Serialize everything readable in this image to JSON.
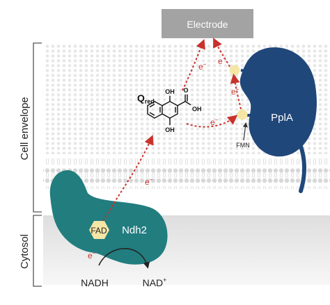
{
  "colors": {
    "electrode_fill": "#a3a3a3",
    "protein_ndh2": "#227d7f",
    "protein_ppla": "#20477a",
    "electron_arrow": "#c8322b",
    "cofactor_fill": "#f5e6a6",
    "membrane_lipid": "#d6d6d6",
    "cytosol_fill": "#e9e9e9"
  },
  "labels": {
    "electrode": "Electrode",
    "cell_envelope": "Cell envelope",
    "cytosol": "Cytosol",
    "ndh2": "Ndh2",
    "ppla": "PplA",
    "fad": "FAD",
    "fmn": "FMN",
    "nadh": "NADH",
    "nad_plus": "NAD",
    "nad_plus_sup": "+",
    "electron": "e",
    "electron_sup": "−"
  },
  "molecule": {
    "q_main": "Q",
    "q_sub": "red",
    "oh_top": "OH",
    "oh_bottom": "OH",
    "cooh": "OH",
    "carbonyl_o": "O"
  },
  "icons": [
    "membrane-bilayer-graphic",
    "electron-transfer-arrow",
    "reaction-arrow",
    "fad-hexagon-icon",
    "fmn-cofactor-icon"
  ]
}
